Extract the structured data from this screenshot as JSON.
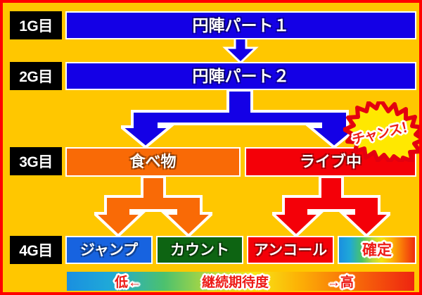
{
  "meta": {
    "title": "円陣パート ゲーム数別 継続期待度フロー",
    "background_color": "#FFC700",
    "border_color": "#FF0000"
  },
  "game_labels": [
    {
      "id": "g1",
      "text": "1G目"
    },
    {
      "id": "g2",
      "text": "2G目"
    },
    {
      "id": "g3",
      "text": "3G目"
    },
    {
      "id": "g4",
      "text": "4G目"
    }
  ],
  "nodes": {
    "row1": [
      {
        "id": "enjin1",
        "text": "円陣パート１",
        "color": "#1400E6"
      }
    ],
    "row2": [
      {
        "id": "enjin2",
        "text": "円陣パート２",
        "color": "#1400E6"
      }
    ],
    "row3": [
      {
        "id": "tabemono",
        "text": "食べ物",
        "color": "#F96A06"
      },
      {
        "id": "live",
        "text": "ライブ中",
        "color": "#F40008"
      }
    ],
    "row4": [
      {
        "id": "jump",
        "text": "ジャンプ",
        "color": "#1763E0"
      },
      {
        "id": "count",
        "text": "カウント",
        "color": "#0D6412"
      },
      {
        "id": "encore",
        "text": "アンコール",
        "color": "#F40008"
      },
      {
        "id": "kakutei",
        "text": "確定",
        "color": "rainbow"
      }
    ]
  },
  "badge": {
    "text": "チャンス！",
    "fill_color": "#FFE800",
    "stroke_color": "#E3000F",
    "text_color": "#ED1B16"
  },
  "legend": {
    "low_label": "低←",
    "middle_label": "継続期待度",
    "high_label": "→高",
    "gradient_from": "#1a8fe0",
    "gradient_to": "#ee2410"
  },
  "arrows": {
    "a1": {
      "from": "enjin1",
      "to": "enjin2",
      "color": "#1400E6"
    },
    "a2": {
      "from": "enjin2",
      "to": [
        "tabemono",
        "live"
      ],
      "color": "#1400E6"
    },
    "a3": {
      "from": "tabemono",
      "to": [
        "jump",
        "count"
      ],
      "color": "#F96A06"
    },
    "a4": {
      "from": "live",
      "to": [
        "encore",
        "kakutei"
      ],
      "color": "#F40008"
    }
  }
}
